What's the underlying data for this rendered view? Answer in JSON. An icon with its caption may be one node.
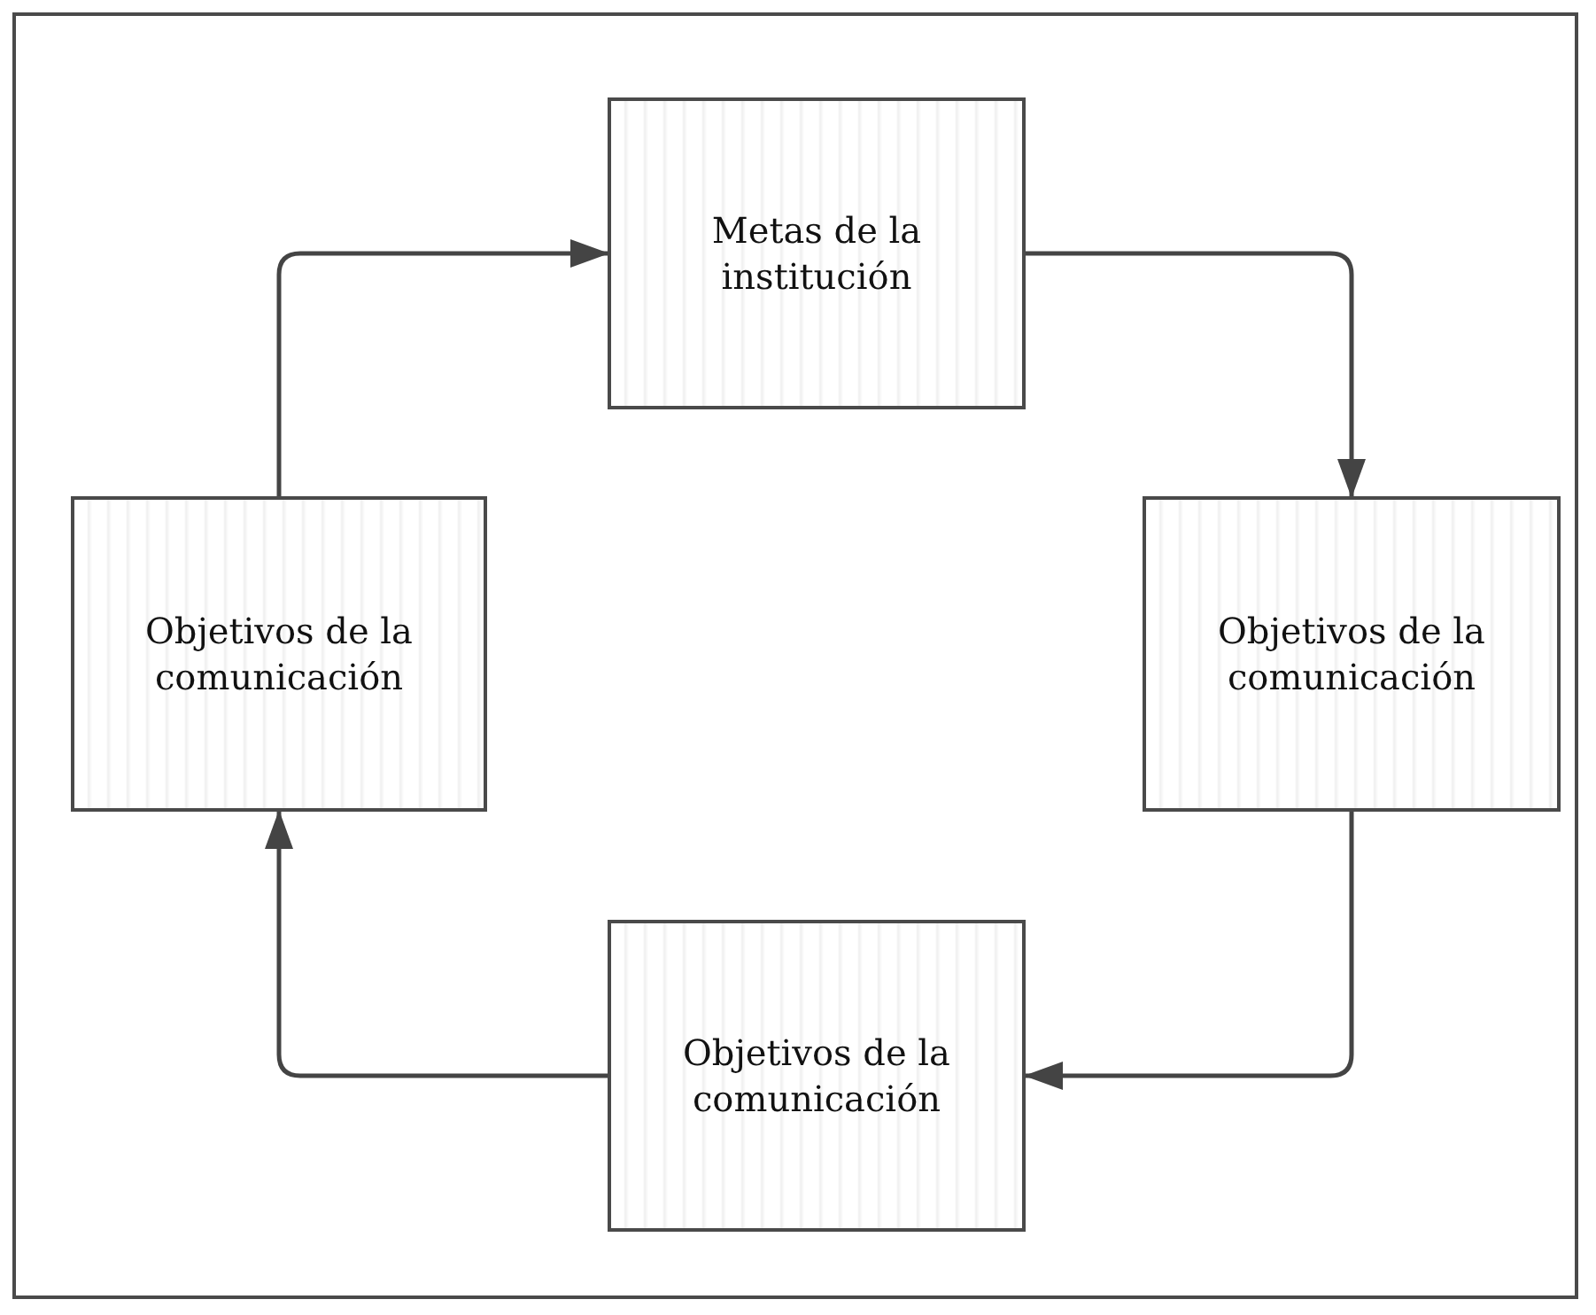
{
  "diagram": {
    "nodes": [
      {
        "text": [
          "Metas de la institución"
        ]
      },
      {
        "text": [
          "Objetivos de la comunicación"
        ]
      },
      {
        "text": [
          "Objetivos de la comunicación"
        ]
      },
      {
        "text": [
          "Objetivos de la comunicación"
        ]
      }
    ],
    "edges": [
      {
        "from": 0,
        "to": 1,
        "arrow": "to"
      },
      {
        "from": 1,
        "to": 2,
        "arrow": "to"
      },
      {
        "from": 2,
        "to": 3,
        "arrow": "to"
      },
      {
        "from": 3,
        "to": 0,
        "arrow": "to"
      }
    ]
  }
}
